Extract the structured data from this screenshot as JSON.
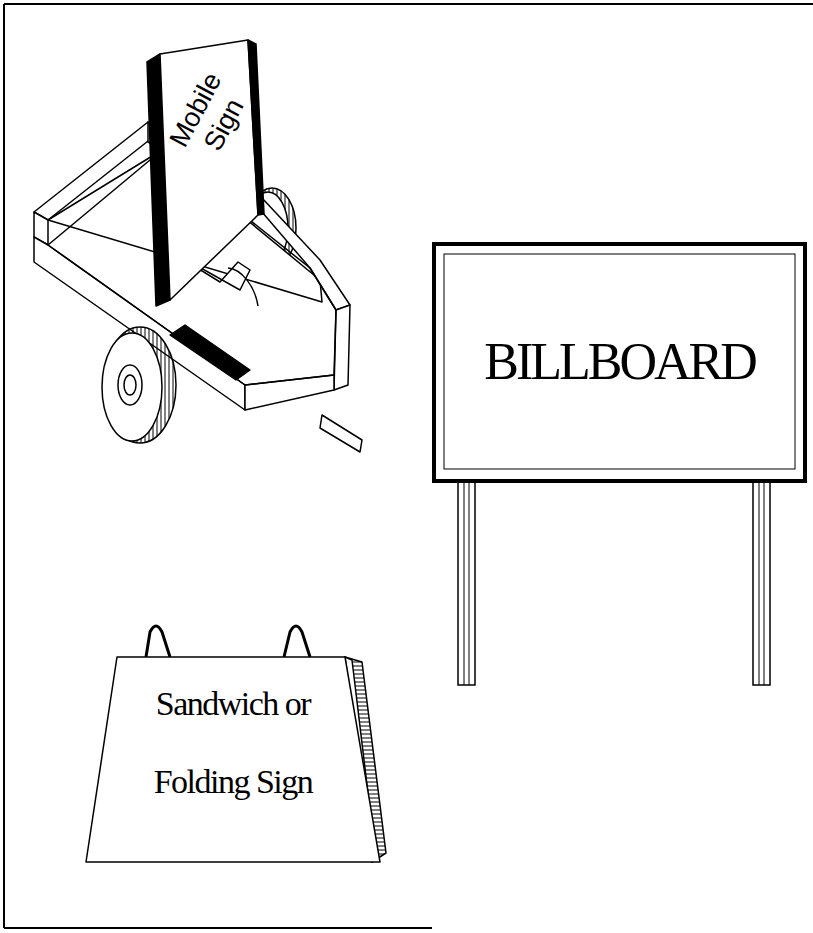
{
  "diagram": {
    "nodes": [
      {
        "text": [
          "Mobile Sign"
        ]
      },
      {
        "text": [
          "BILLBOARD"
        ]
      },
      {
        "text": [
          "Sandwich or Folding Sign"
        ]
      }
    ]
  }
}
